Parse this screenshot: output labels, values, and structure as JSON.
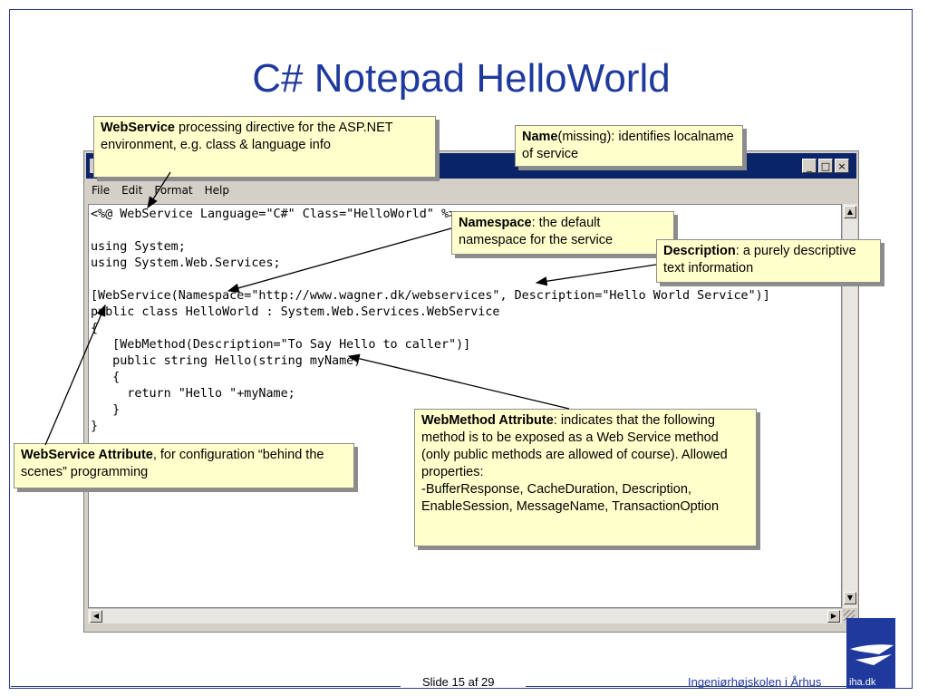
{
  "slide": {
    "title": "C# Notepad HelloWorld",
    "footer": {
      "slide_label": "Slide 15 af  29",
      "school": "Ingeniørhøjskolen i Århus",
      "logo_text": "iha.dk"
    }
  },
  "window": {
    "controls": {
      "minimize": "_",
      "maximize": "□",
      "close": "×"
    },
    "menu": [
      "File",
      "Edit",
      "Format",
      "Help"
    ],
    "code_lines": [
      "<%@ WebService Language=\"C#\" Class=\"HelloWorld\" %>",
      "",
      "using System;",
      "using System.Web.Services;",
      "",
      "[WebService(Namespace=\"http://www.wagner.dk/webservices\", Description=\"Hello World Service\")]",
      "public class HelloWorld : System.Web.Services.WebService",
      "{",
      "   [WebMethod(Description=\"To Say Hello to caller\")]",
      "   public string Hello(string myName)",
      "   {",
      "     return \"Hello \"+myName;",
      "   }",
      "}"
    ]
  },
  "callouts": {
    "webservice_directive": {
      "bold": "WebService",
      "text": " processing directive for the ASP.NET environment, e.g. class & language info"
    },
    "name": {
      "bold": "Name",
      "text": "(missing): identifies localname of service"
    },
    "namespace": {
      "bold": "Namespace",
      "text": ": the default namespace for the service"
    },
    "description": {
      "bold": "Description",
      "text": ": a purely descriptive text information"
    },
    "webmethod": {
      "bold": "WebMethod Attribute",
      "text": ": indicates that the following method is to be exposed as a Web Service method (only public methods are allowed of course). Allowed properties:",
      "props": "-BufferResponse, CacheDuration, Description, EnableSession, MessageName, TransactionOption"
    },
    "webservice_attribute": {
      "bold": "WebService Attribute",
      "text": ", for configuration “behind the scenes” programming"
    }
  },
  "colors": {
    "title": "#1f3a9c",
    "callout_bg": "#ffffcc",
    "titlebar": "#0a246a"
  }
}
